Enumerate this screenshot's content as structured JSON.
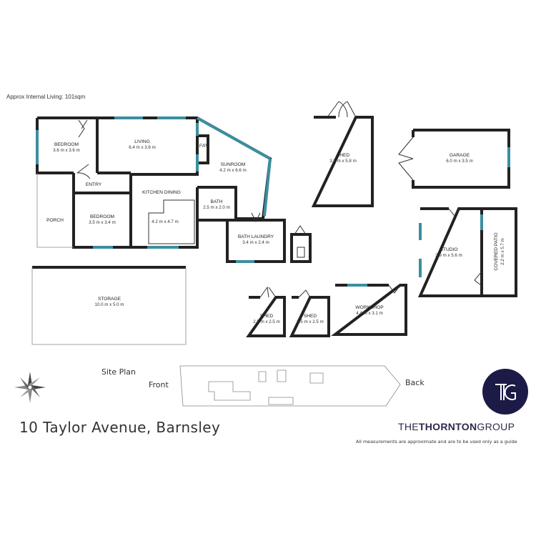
{
  "header": {
    "internal_living": "Approx Internal Living: 101sqm"
  },
  "rooms": {
    "bedroom1": {
      "name": "BEDROOM",
      "size": "3.6 m x 3.6 m"
    },
    "living": {
      "name": "LIVING",
      "size": "6.4 m x 3.6 m"
    },
    "fp": {
      "name": "F/P"
    },
    "sunroom": {
      "name": "SUNROOM",
      "size": "4.2 m x 6.6 m"
    },
    "entry": {
      "name": "ENTRY"
    },
    "kitchen": {
      "name": "KITCHEN DINING",
      "size": "4.2 m x 4.7 m"
    },
    "bath": {
      "name": "BATH",
      "size": "2.5 m x 2.0 m"
    },
    "bedroom2": {
      "name": "BEDROOM",
      "size": "3.5 m x 3.4 m"
    },
    "porch": {
      "name": "PORCH"
    },
    "bath_laundry": {
      "name": "BATH LAUNDRY",
      "size": "3.4 m x 2.4 m"
    },
    "shed_large": {
      "name": "SHED",
      "size": "3.8 m x 5.8 m"
    },
    "garage": {
      "name": "GARAGE",
      "size": "6.0 m x 3.5 m"
    },
    "studio": {
      "name": "STUDIO",
      "size": "3.9 m x 5.6 m"
    },
    "covered_patio": {
      "name": "COVERED PATIO",
      "size": "2.2 m x 5.7 m"
    },
    "storage": {
      "name": "STORAGE",
      "size": "10.0 m x 5.0 m"
    },
    "shed_a": {
      "name": "SHED",
      "size": "2.5 m x 2.5 m"
    },
    "shed_b": {
      "name": "SHED",
      "size": "2.5 m x 2.5 m"
    },
    "workshop": {
      "name": "WORKSHOP",
      "size": "4.4 m x 3.1 m"
    }
  },
  "site_plan": {
    "label": "Site Plan",
    "front": "Front",
    "back": "Back"
  },
  "footer": {
    "address": "10 Taylor Avenue, Barnsley",
    "brand_the": "THE",
    "brand_thornton": "THORNTON",
    "brand_group": "GROUP",
    "disclaimer": "All measurements are approximate and are to be used only as a guide"
  },
  "colors": {
    "window": "#3a8fa0",
    "logo_bg": "#1c1b47",
    "wall": "#222222"
  },
  "icons": {
    "compass": "compass-rose-icon",
    "logo": "tg-monogram-icon"
  }
}
